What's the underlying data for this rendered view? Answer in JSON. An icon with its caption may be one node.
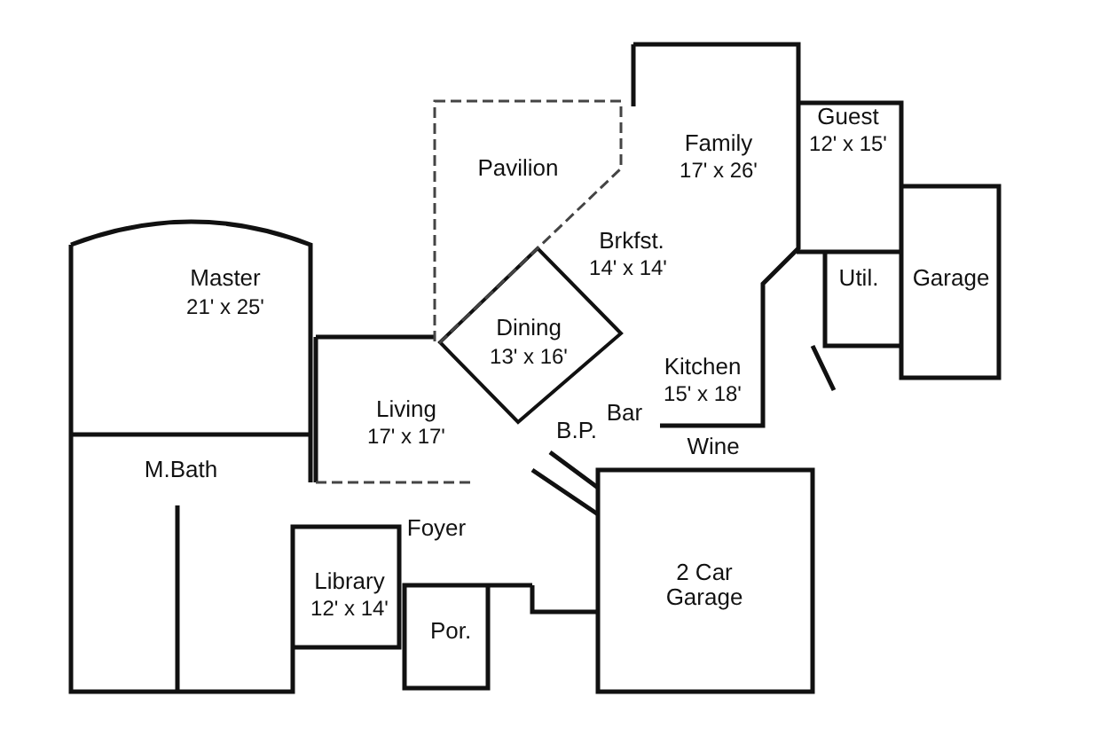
{
  "diagram": {
    "labels": [
      "Family",
      "17' x 26'",
      "Guest",
      "12' x 15'",
      "Pavilion",
      "Util.",
      "Garage",
      "Brkfst.",
      "14' x 14'",
      "Master",
      "21' x 25'",
      "Dining",
      "13' x 16'",
      "Kitchen",
      "15' x 18'",
      "Living",
      "17' x 17'",
      "Bar",
      "B.P.",
      "Wine",
      "M.Bath",
      "Foyer",
      "2 Car Garage",
      "Library",
      "12' x 14'",
      "Por."
    ]
  }
}
